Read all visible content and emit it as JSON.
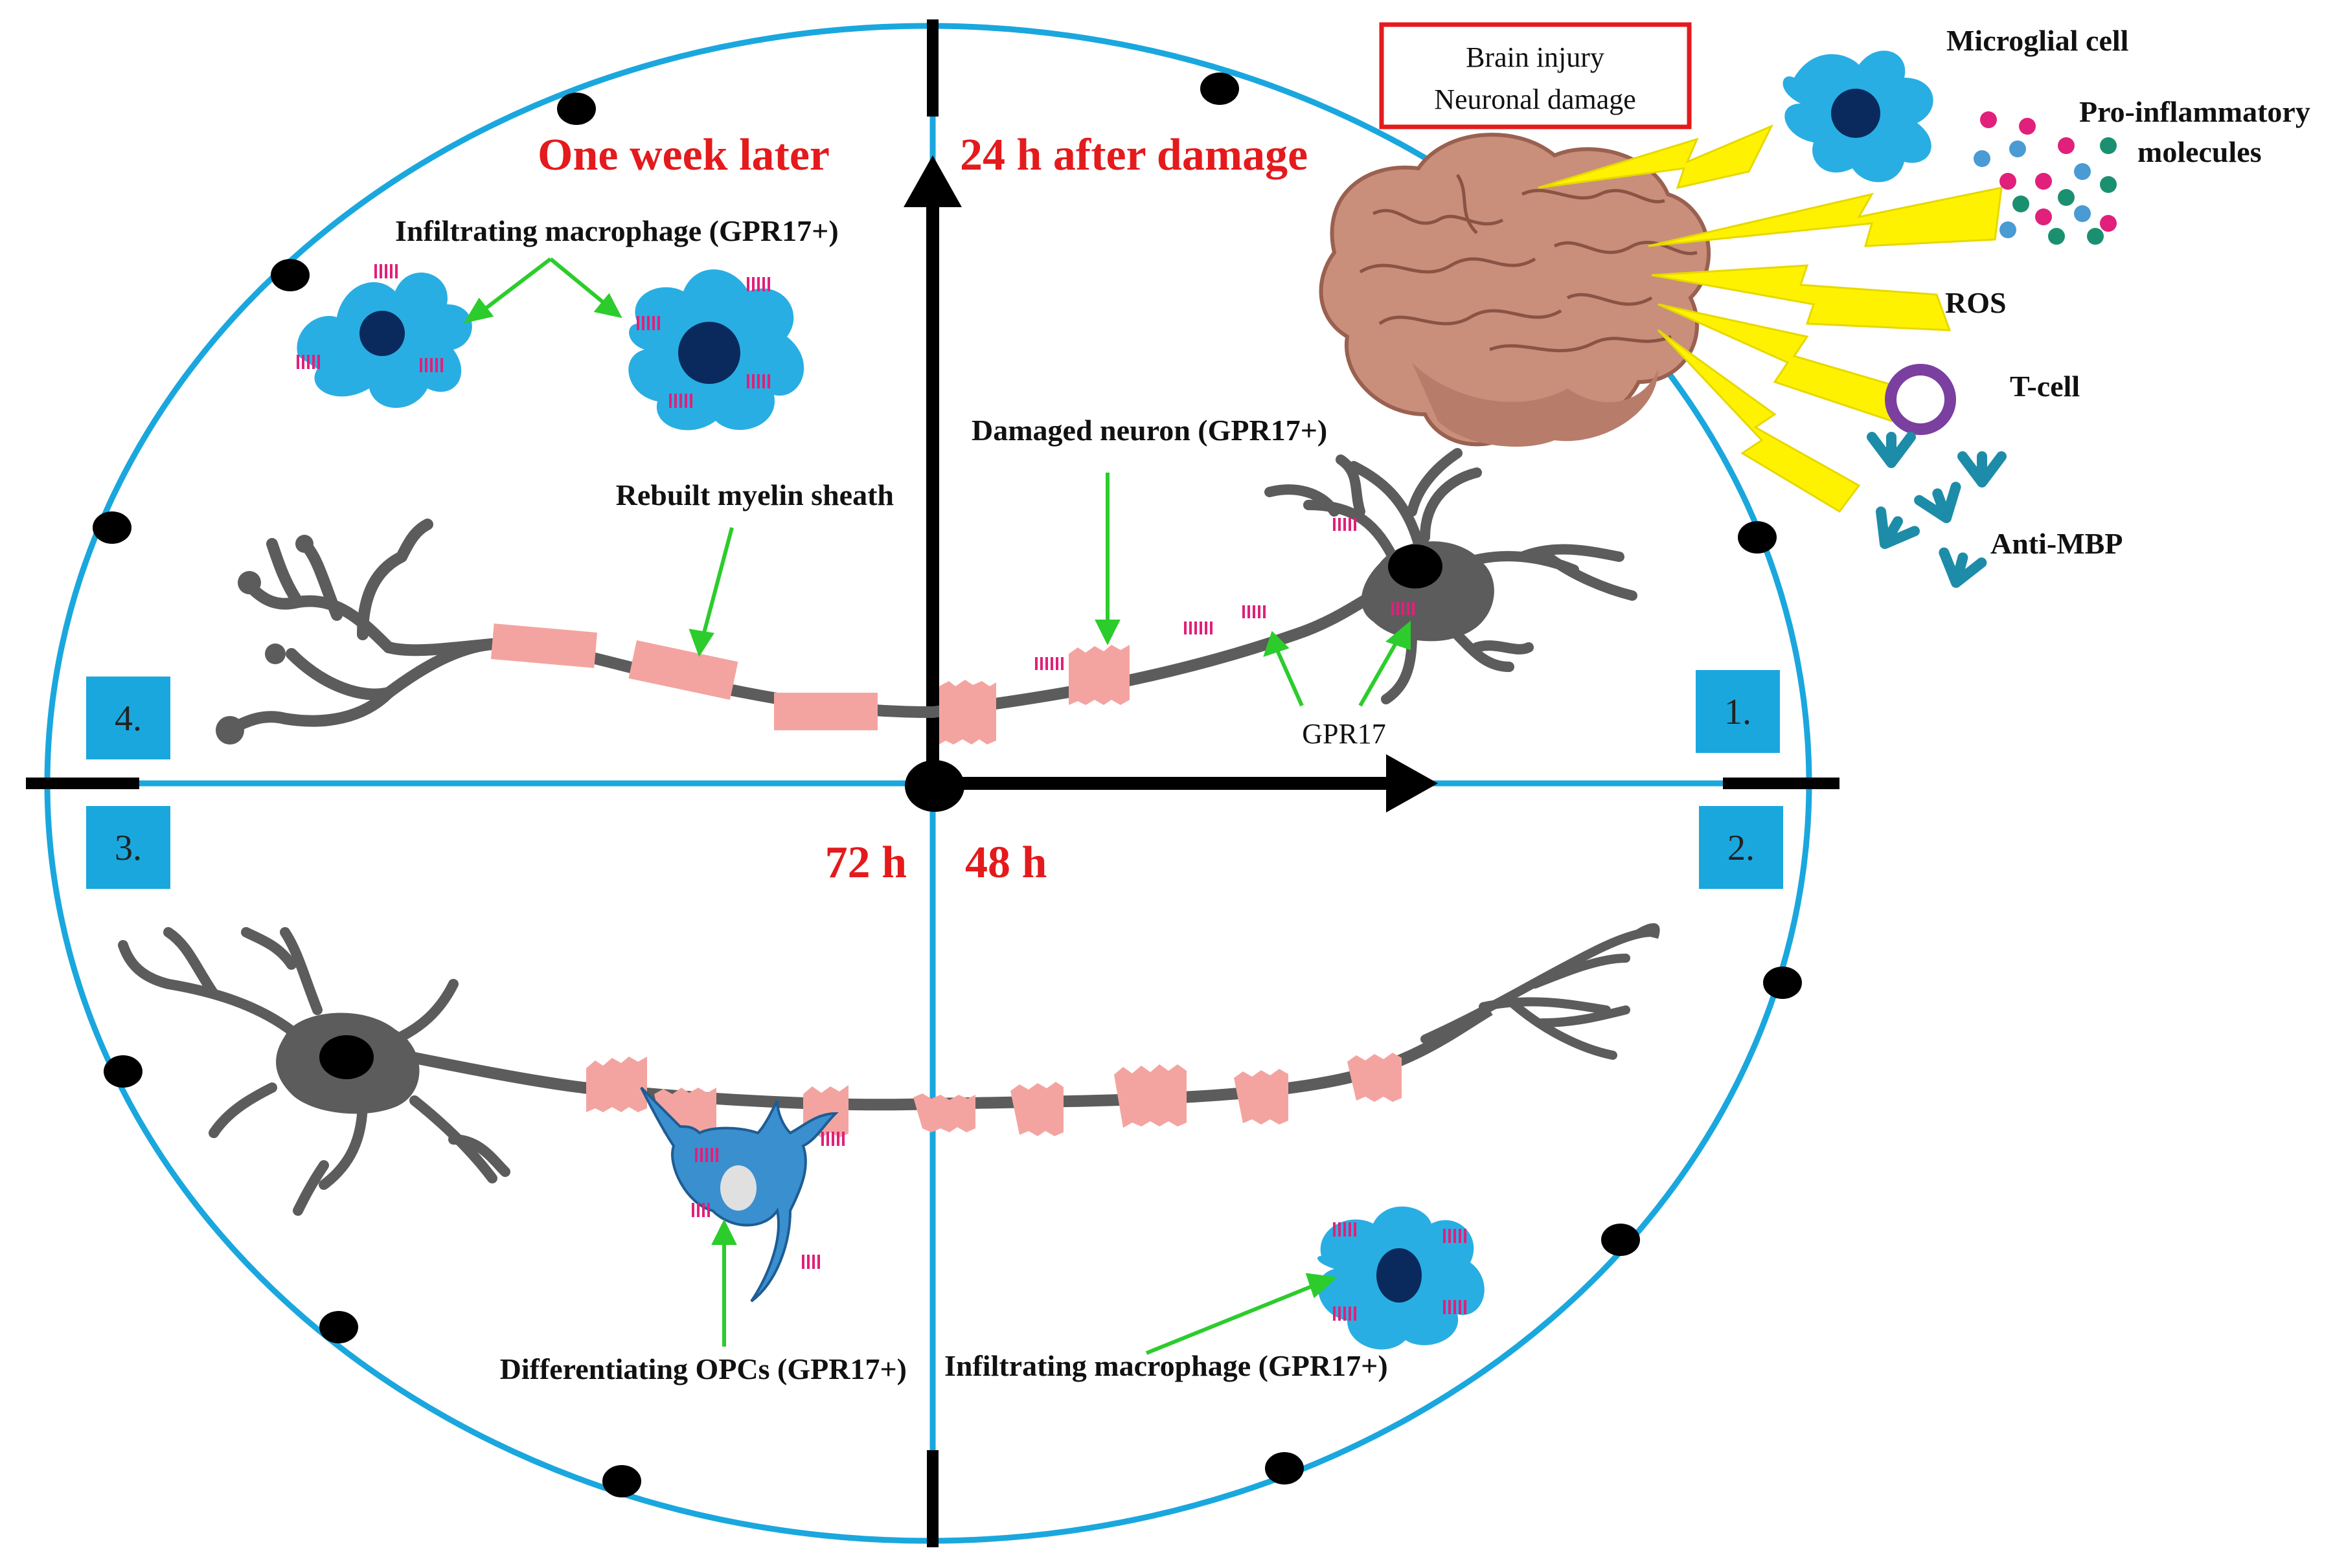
{
  "colors": {
    "ellipse": "#1aa7de",
    "axis": "#000000",
    "time_text": "#e41a1c",
    "neuron": "#5c5c5c",
    "myelin": "#f4a4a0",
    "receptor": "#e0207a",
    "macrophage": "#29aee3",
    "nucleus": "#0a2a5e",
    "arrow_green": "#2ccc2c",
    "lightning": "#fff200",
    "injury_box": "#e41a1c"
  },
  "injury_box": {
    "line1": "Brain injury",
    "line2": "Neuronal damage"
  },
  "time_labels": {
    "t24": "24 h after damage",
    "t48": "48 h",
    "t72": "72 h",
    "week": "One week later"
  },
  "quadrants": {
    "q1": "1.",
    "q2": "2.",
    "q3": "3.",
    "q4": "4."
  },
  "labels": {
    "microglial_cell": "Microglial cell",
    "pro_inflammatory_1": "Pro-inflammatory",
    "pro_inflammatory_2": "molecules",
    "ros": "ROS",
    "t_cell": "T-cell",
    "anti_mbp": "Anti-MBP",
    "damaged_neuron": "Damaged neuron (GPR17+)",
    "gpr17": "GPR17",
    "infiltrating_macrophage_top": "Infiltrating  macrophage  (GPR17+)",
    "rebuilt_myelin": "Rebuilt myelin sheath",
    "differentiating_opcs": "Differentiating  OPCs (GPR17+)",
    "infiltrating_macrophage_bottom": "Infiltrating  macrophage  (GPR17+)"
  },
  "icons": {
    "brain": "brain-icon",
    "microglia": "microglial-cell-icon",
    "t_cell": "t-cell-icon",
    "antibody": "antibody-icon",
    "macrophage": "macrophage-icon",
    "neuron": "neuron-icon",
    "opc": "opc-icon",
    "receptor": "gpr17-receptor-icon"
  }
}
